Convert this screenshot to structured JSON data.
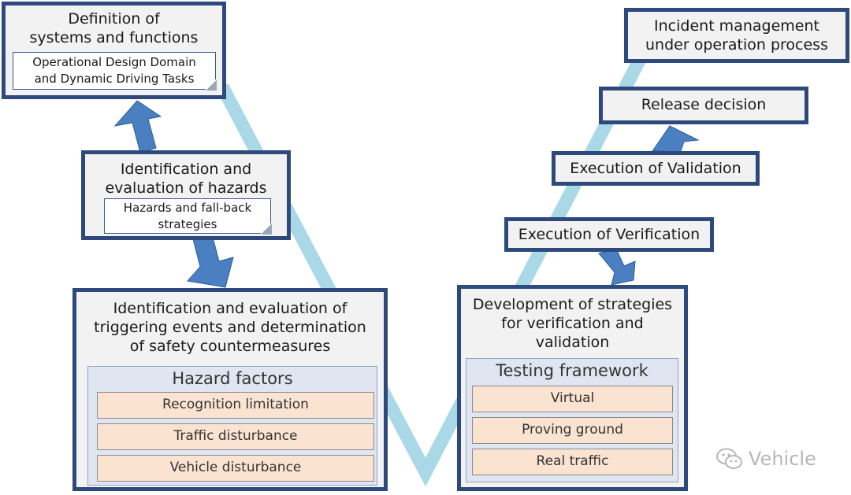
{
  "boxes": {
    "definition": {
      "title_lines": [
        "Definition of",
        "systems and functions"
      ],
      "note_lines": [
        "Operational Design Domain",
        "and Dynamic Driving Tasks"
      ]
    },
    "hazards": {
      "title_lines": [
        "Identification and",
        "evaluation of hazards"
      ],
      "note_lines": [
        "Hazards and fall-back",
        "strategies"
      ]
    },
    "triggering": {
      "title_lines": [
        "Identification and evaluation of",
        "triggering events and determination",
        "of safety countermeasures"
      ],
      "panel_title": "Hazard factors",
      "items": [
        "Recognition limitation",
        "Traffic disturbance",
        "Vehicle disturbance"
      ]
    },
    "strategies": {
      "title_lines": [
        "Development of strategies",
        "for verification and",
        "validation"
      ],
      "panel_title": "Testing framework",
      "items": [
        "Virtual",
        "Proving ground",
        "Real traffic"
      ]
    },
    "verification": {
      "title": "Execution of Verification"
    },
    "validation": {
      "title": "Execution of Validation"
    },
    "release": {
      "title": "Release decision"
    },
    "incident": {
      "title_lines": [
        "Incident management",
        "under operation process"
      ]
    }
  },
  "watermark": {
    "text": "Vehicle",
    "icon": "wechat-icon"
  },
  "colors": {
    "border": "#2e4a7d",
    "box_fill": "#f2f2f2",
    "v_path": "#a9d9e6",
    "arrow": "#4a7fc1",
    "item_fill": "#fbe3d2",
    "panel_fill": "#dfe5f1"
  }
}
